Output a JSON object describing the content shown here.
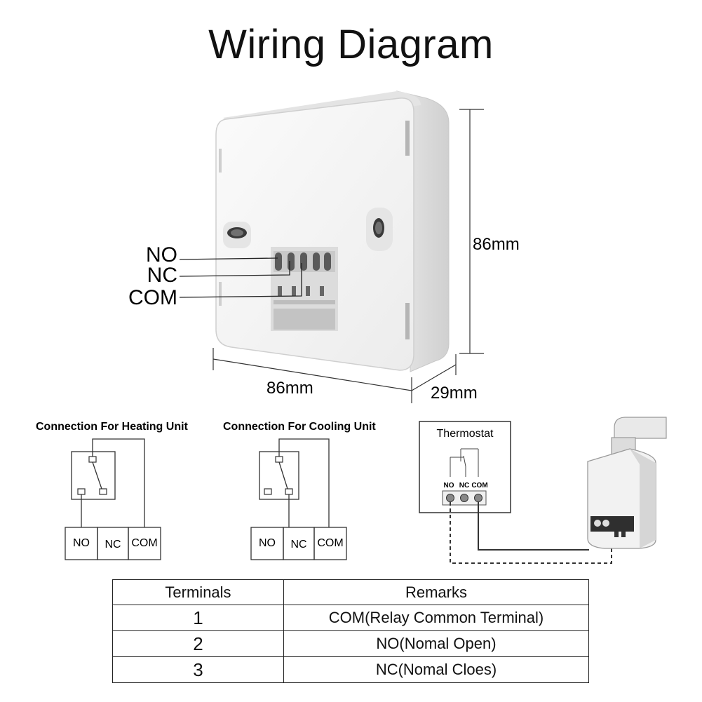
{
  "title": "Wiring Diagram",
  "device": {
    "pin_labels": [
      "NO",
      "NC",
      "COM"
    ],
    "dimensions": {
      "height": "86mm",
      "width": "86mm",
      "depth": "29mm"
    }
  },
  "heating": {
    "title": "Connection For Heating Unit",
    "terminals": [
      "NO",
      "NC",
      "COM"
    ]
  },
  "cooling": {
    "title": "Connection For Cooling Unit",
    "terminals": [
      "NO",
      "NC",
      "COM"
    ]
  },
  "boiler_diagram": {
    "thermostat_label": "Thermostat",
    "terminal_labels": [
      "NO",
      "NC",
      "COM"
    ]
  },
  "table": {
    "headers": [
      "Terminals",
      "Remarks"
    ],
    "rows": [
      {
        "terminal": "1",
        "remark": "COM(Relay Common Terminal)"
      },
      {
        "terminal": "2",
        "remark": "NO(Nomal Open)"
      },
      {
        "terminal": "3",
        "remark": "NC(Nomal Cloes)"
      }
    ]
  },
  "colors": {
    "line": "#222222",
    "device_body": "#f3f3f3",
    "device_shadow": "#d9d9d9"
  }
}
